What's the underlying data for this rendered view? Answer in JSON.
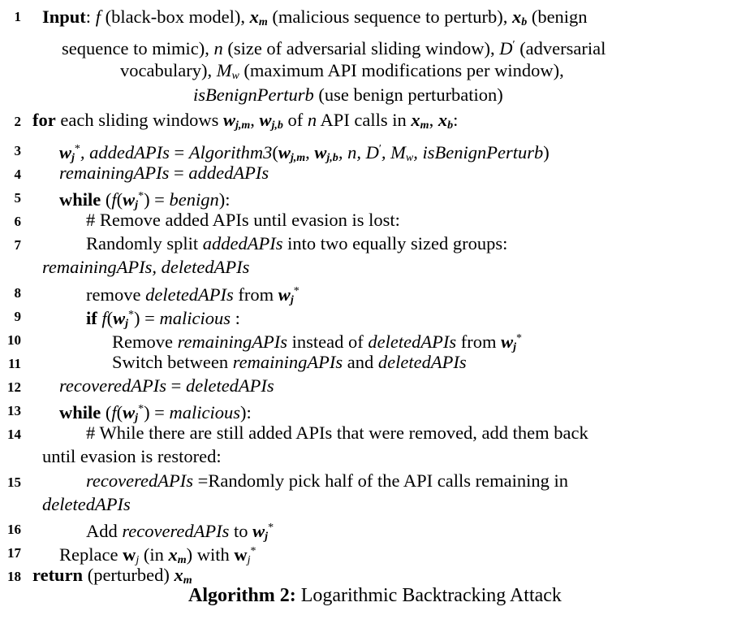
{
  "caption": {
    "label": "Algorithm 2:",
    "title": "Logarithmic Backtracking Attack"
  },
  "lines": [
    {
      "n": "1"
    },
    {
      "n": "2"
    },
    {
      "n": "3"
    },
    {
      "n": "4"
    },
    {
      "n": "5"
    },
    {
      "n": "6"
    },
    {
      "n": "7"
    },
    {
      "n": "8"
    },
    {
      "n": "9"
    },
    {
      "n": "10"
    },
    {
      "n": "11"
    },
    {
      "n": "12"
    },
    {
      "n": "13"
    },
    {
      "n": "14"
    },
    {
      "n": "15"
    },
    {
      "n": "16"
    },
    {
      "n": "17"
    },
    {
      "n": "18"
    }
  ],
  "text": {
    "l1a": "Input",
    "l1b": ": ",
    "l1c": "f",
    "l1d": " (black-box model), ",
    "l1e": "x",
    "l1f": "m",
    "l1g": " (malicious sequence to perturb), ",
    "l1h": "x",
    "l1i": "b",
    "l1j": " (benign",
    "l1k": "sequence to mimic), ",
    "l1l": "n",
    "l1m": " (size of adversarial sliding window), ",
    "l1n": "D",
    "l1o": "′",
    "l1p": " (adversarial",
    "l1q": "vocabulary), ",
    "l1r": "M",
    "l1s": "w",
    "l1t": " (maximum API modifications per window),",
    "l1u": "isBenignPerturb",
    "l1v": " (use benign perturbation)",
    "l2a": "for",
    "l2b": " each sliding windows ",
    "l2c": "w",
    "l2d": "j,m",
    "l2e": ", ",
    "l2f": "w",
    "l2g": "j,b",
    "l2h": " of ",
    "l2i": "n",
    "l2j": " API calls in ",
    "l2k": "x",
    "l2l": "m",
    "l2m": ", ",
    "l2n": "x",
    "l2o": "b",
    "l2p": ":",
    "l3": "w",
    "l3a": "j",
    "l3b": "*",
    "l3c": ", addedAPIs",
    "l3d": " = ",
    "l3e": "Algorithm3",
    "l3f": "(",
    "l3g": "w",
    "l3h": "j,m",
    "l3i": ", ",
    "l3j": "w",
    "l3k": "j,b",
    "l3l": ", n, D",
    "l3m": "′",
    "l3n": ", M",
    "l3o": "w",
    "l3p": ", isBenignPerturb",
    "l3q": ")",
    "l4a": "remainingAPIs",
    "l4b": " = ",
    "l4c": "addedAPIs",
    "l5a": "while",
    "l5b": " (",
    "l5c": "f",
    "l5d": "(",
    "l5e": "w",
    "l5f": "j",
    "l5g": "*",
    "l5h": ") = ",
    "l5i": "benign",
    "l5j": "):",
    "l6": "# Remove added APIs until evasion is lost:",
    "l7a": "Randomly split ",
    "l7b": "addedAPIs",
    "l7c": " into two equally sized groups:",
    "l7d": "remainingAPIs, deletedAPIs",
    "l8a": "remove ",
    "l8b": "deletedAPIs",
    "l8c": " from ",
    "l8d": "w",
    "l8e": "j",
    "l8f": "*",
    "l9a": "if",
    "l9b": " f",
    "l9c": "(",
    "l9d": "w",
    "l9e": "j",
    "l9f": "*",
    "l9g": ") = ",
    "l9h": "malicious",
    "l9i": " :",
    "l10a": "Remove ",
    "l10b": "remainingAPIs",
    "l10c": " instead of ",
    "l10d": "deletedAPIs",
    "l10e": " from ",
    "l10f": "w",
    "l10g": "j",
    "l10h": "*",
    "l11a": "Switch between ",
    "l11b": "remainingAPIs",
    "l11c": " and ",
    "l11d": "deletedAPIs",
    "l12a": "recoveredAPIs",
    "l12b": " = ",
    "l12c": "deletedAPIs",
    "l13a": "while",
    "l13b": " (",
    "l13c": "f",
    "l13d": "(",
    "l13e": "w",
    "l13f": "j",
    "l13g": "*",
    "l13h": ") = ",
    "l13i": "malicious",
    "l13j": "):",
    "l14a": "# While there are still added APIs that were removed, add them back",
    "l14b": "until evasion is restored:",
    "l15a": "recoveredAPIs",
    "l15b": " =Randomly pick half of the API calls remaining in",
    "l15c": "deletedAPIs",
    "l16a": "Add ",
    "l16b": "recoveredAPIs",
    "l16c": " to ",
    "l16d": "w",
    "l16e": "j",
    "l16f": "*",
    "l17a": "Replace ",
    "l17b": "w",
    "l17c": "j",
    "l17d": " (in ",
    "l17e": "x",
    "l17f": "m",
    "l17g": ") with ",
    "l17h": "w",
    "l17i": "j",
    "l17j": "*",
    "l18a": "return",
    "l18b": " (perturbed) ",
    "l18c": "x",
    "l18d": "m"
  }
}
